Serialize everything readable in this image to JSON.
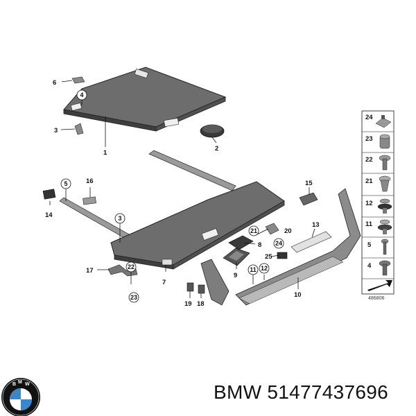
{
  "brand": "BMW",
  "part_number": "51477437696",
  "diagram_code": "486806",
  "callouts": {
    "c1": "1",
    "c2": "2",
    "c3": "3",
    "c3b": "3",
    "c4": "4",
    "c5": "5",
    "c6": "6",
    "c7": "7",
    "c8": "8",
    "c9": "9",
    "c10": "10",
    "c11": "11",
    "c12": "12",
    "c13": "13",
    "c14": "14",
    "c15": "15",
    "c16": "16",
    "c17": "17",
    "c18": "18",
    "c19": "19",
    "c20": "20",
    "c21": "21",
    "c22": "22",
    "c23": "23",
    "c24": "24",
    "c25": "25"
  },
  "legend": [
    "24",
    "23",
    "22",
    "21",
    "12",
    "11",
    "5",
    "4"
  ]
}
